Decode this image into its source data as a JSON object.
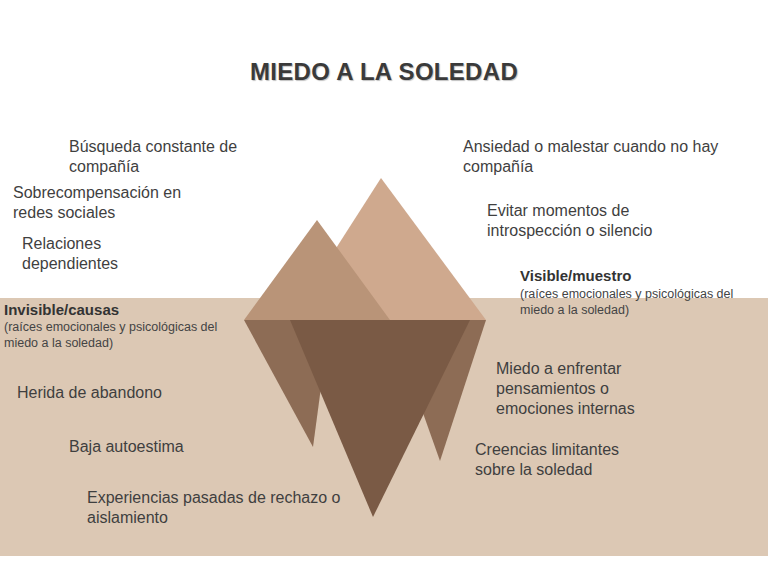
{
  "diagram": {
    "title": "MIEDO A LA SOLEDAD",
    "labels": [
      "Búsqueda constante de compañía",
      "Ansiedad o malestar cuando no hay compañía",
      "Sobrecompensación en redes sociales",
      "Evitar momentos de introspección o silencio",
      "Relaciones dependientes",
      "Visible/muestro",
      "(raíces emocionales y psicológicas del miedo a la soledad)",
      "Invisible/causas",
      "(raíces emocionales y psicológicas del miedo a la soledad)",
      "Miedo a enfrentar pensamientos o emociones internas",
      "Herida de abandono",
      "Creencias limitantes sobre la soledad",
      "Baja autoestima",
      "Experiencias pasadas de rechazo o aislamiento"
    ]
  }
}
